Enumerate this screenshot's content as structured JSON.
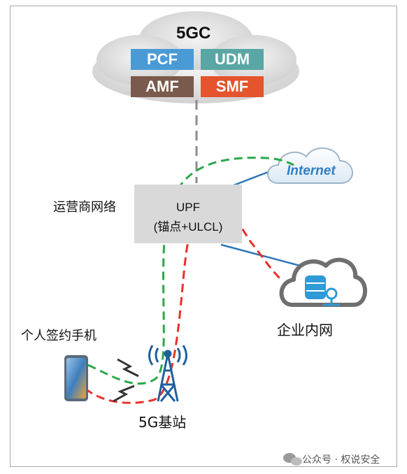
{
  "core": {
    "title": "5GC",
    "functions": [
      {
        "name": "PCF",
        "color": "#4a9ad6"
      },
      {
        "name": "UDM",
        "color": "#5aa6a4"
      },
      {
        "name": "AMF",
        "color": "#7a5a4c"
      },
      {
        "name": "SMF",
        "color": "#e4542d"
      }
    ]
  },
  "labels": {
    "operator_network": "运营商网络",
    "upf_line1": "UPF",
    "upf_line2": "(锚点+ULCL)",
    "internet": "Internet",
    "enterprise": "企业内网",
    "phone": "个人签约手机",
    "base_station": "5G基站",
    "watermark": "公众号 · 权说安全"
  },
  "colors": {
    "green_path": "#2aa84a",
    "red_path": "#e8302a",
    "link_blue": "#2e75b6",
    "cloud_gray": "#e0e0e0",
    "internet_blue": "#2f7fc1"
  }
}
